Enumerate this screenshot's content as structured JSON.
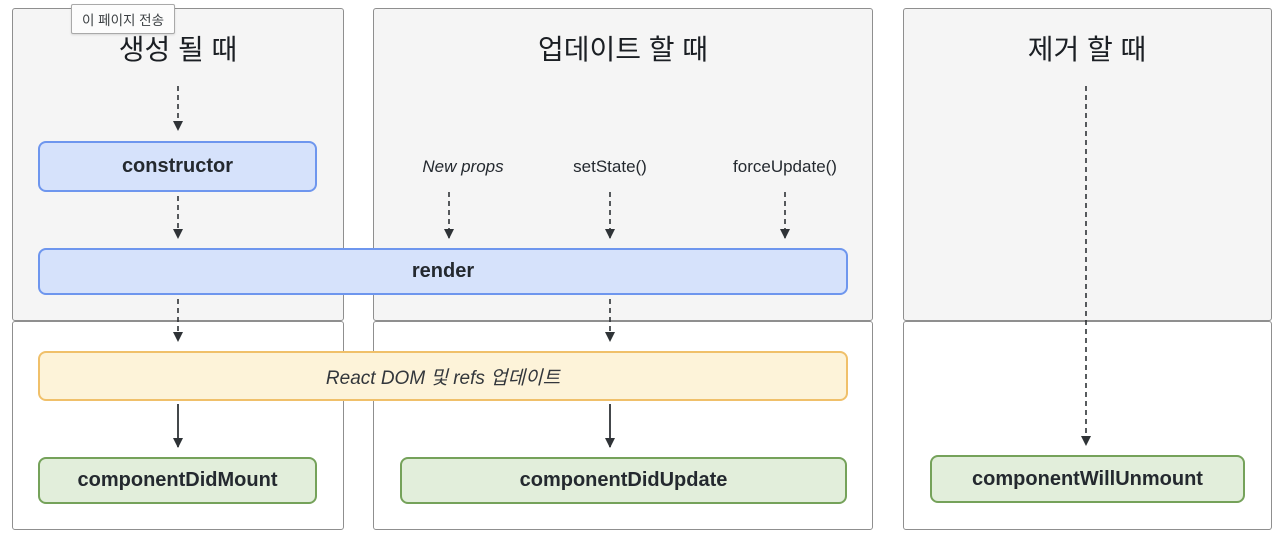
{
  "tooltip": {
    "label": "이 페이지 전송"
  },
  "columns": [
    {
      "id": "mount",
      "title": "생성 될 때"
    },
    {
      "id": "update",
      "title": "업데이트 할 때"
    },
    {
      "id": "unmount",
      "title": "제거 할 때"
    }
  ],
  "triggers": {
    "new_props": "New props",
    "set_state": "setState()",
    "force_update": "forceUpdate()"
  },
  "nodes": {
    "constructor": "constructor",
    "render": "render",
    "react_dom_update": "React DOM 및 refs 업데이트",
    "component_did_mount": "componentDidMount",
    "component_did_update": "componentDidUpdate",
    "component_will_unmount": "componentWillUnmount"
  },
  "colors": {
    "blue_bg": "#d6e2fb",
    "blue_border": "#6e96ee",
    "yellow_bg": "#fdf3d9",
    "yellow_border": "#f0c06a",
    "green_bg": "#e2eedb",
    "green_border": "#75a25a",
    "panel_top_bg": "#f5f5f5",
    "panel_border": "#8f8f8f",
    "arrow": "#2f3337"
  }
}
